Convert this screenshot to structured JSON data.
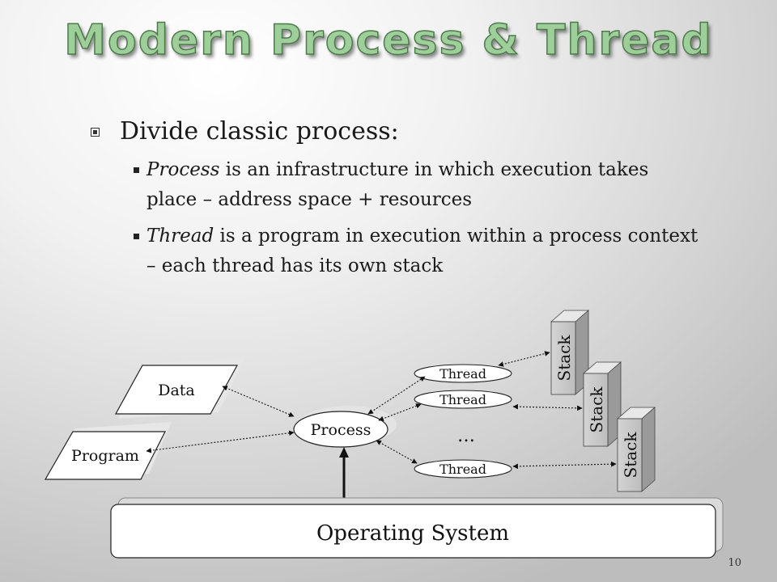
{
  "slide": {
    "title": "Modern Process & Thread",
    "page_number": "10",
    "bullets": {
      "main": "Divide classic process:",
      "sub": [
        {
          "term": "Process",
          "text": " is an infrastructure in which execution takes place – address space + resources"
        },
        {
          "term": "Thread",
          "text": " is a program in execution within a process context – each thread has its own stack"
        }
      ]
    }
  },
  "diagram": {
    "data_label": "Data",
    "program_label": "Program",
    "process_label": "Process",
    "threads": [
      "Thread",
      "Thread",
      "Thread"
    ],
    "ellipsis": "…",
    "stacks": [
      "Stack",
      "Stack",
      "Stack"
    ],
    "os_label": "Operating System"
  }
}
